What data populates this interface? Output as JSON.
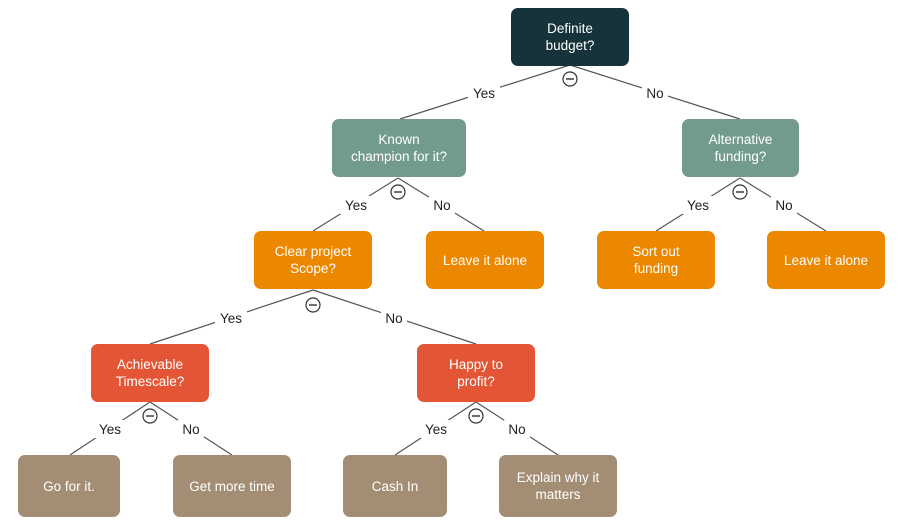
{
  "colors": {
    "root": "#16333c",
    "question_l1": "#739b8c",
    "question_l2": "#ec8700",
    "question_l3": "#e35535",
    "outcome": "#a38d74",
    "lines": "#555555"
  },
  "collapse_icon": "minus-circle-icon",
  "nodes": {
    "definite_budget": "Definite\nbudget?",
    "known_champion": "Known\nchampion for it?",
    "alternative_funding": "Alternative\nfunding?",
    "clear_scope": "Clear project\nScope?",
    "leave_alone_1": "Leave it alone",
    "sort_out_funding": "Sort out\nfunding",
    "leave_alone_2": "Leave it alone",
    "achievable_timescale": "Achievable\nTimescale?",
    "happy_to_profit": "Happy to\nprofit?",
    "go_for_it": "Go for it.",
    "get_more_time": "Get more time",
    "cash_in": "Cash In",
    "explain_why": "Explain why it\nmatters"
  },
  "labels": {
    "budget_yes": "Yes",
    "budget_no": "No",
    "champion_yes": "Yes",
    "champion_no": "No",
    "funding_yes": "Yes",
    "funding_no": "No",
    "scope_yes": "Yes",
    "scope_no": "No",
    "timescale_yes": "Yes",
    "timescale_no": "No",
    "profit_yes": "Yes",
    "profit_no": "No"
  }
}
